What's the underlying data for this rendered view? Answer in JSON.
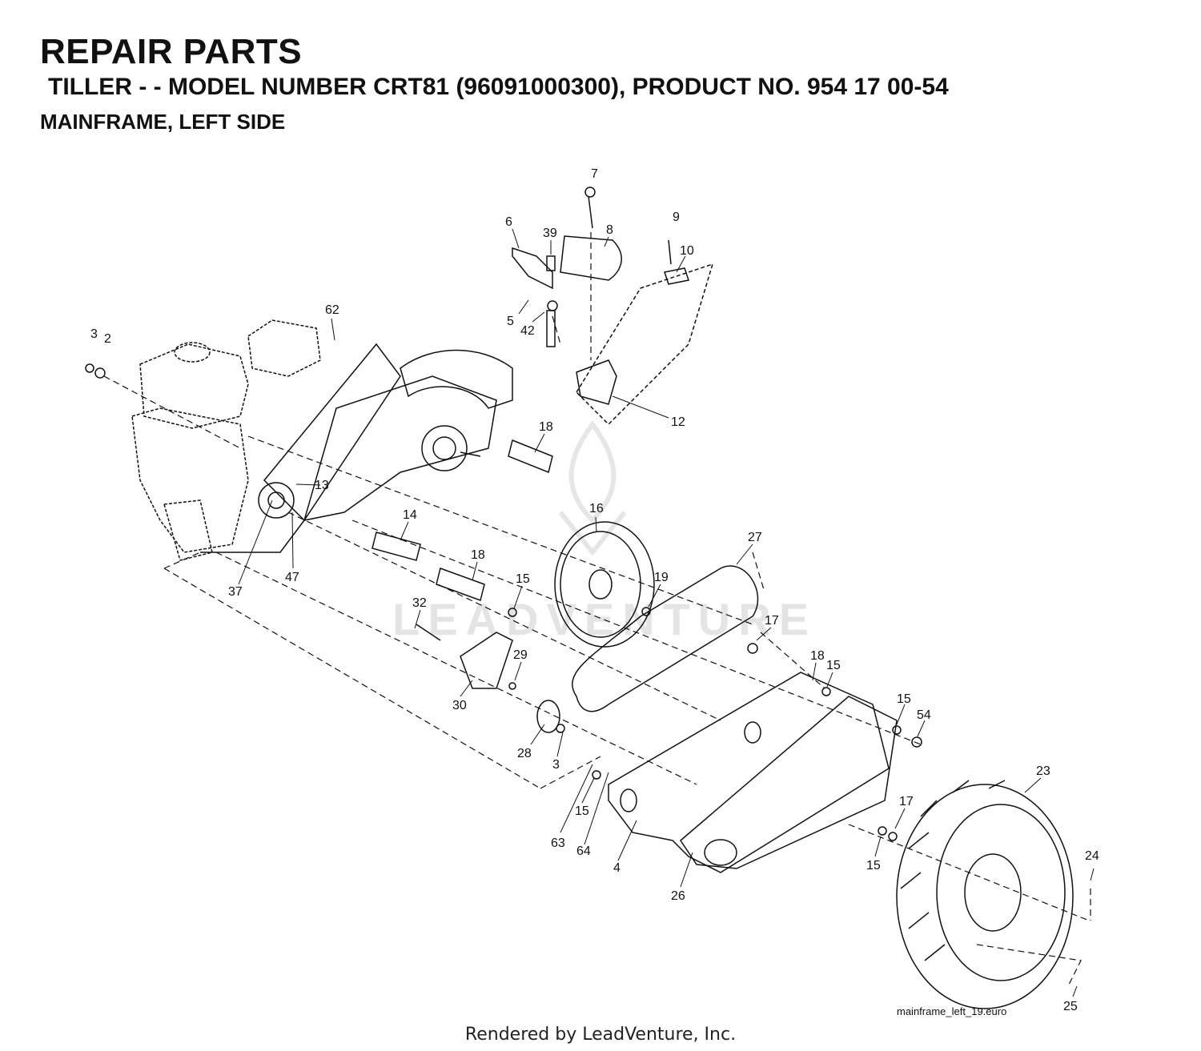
{
  "header": {
    "title": "REPAIR PARTS",
    "subtitle": "TILLER - - MODEL NUMBER CRT81 (96091000300), PRODUCT NO. 954 17 00-54",
    "section": "MAINFRAME, LEFT SIDE"
  },
  "watermark": "LEADVENTURE",
  "callouts": [
    "7",
    "6",
    "39",
    "8",
    "9",
    "10",
    "5",
    "42",
    "62",
    "3",
    "2",
    "12",
    "18",
    "13",
    "14",
    "16",
    "27",
    "37",
    "47",
    "18",
    "15",
    "19",
    "32",
    "17",
    "29",
    "30",
    "18",
    "15",
    "15",
    "54",
    "28",
    "3",
    "23",
    "15",
    "17",
    "63",
    "64",
    "4",
    "15",
    "24",
    "26",
    "25"
  ],
  "figure_id": "mainframe_left_19.euro",
  "footer": "Rendered by LeadVenture, Inc."
}
